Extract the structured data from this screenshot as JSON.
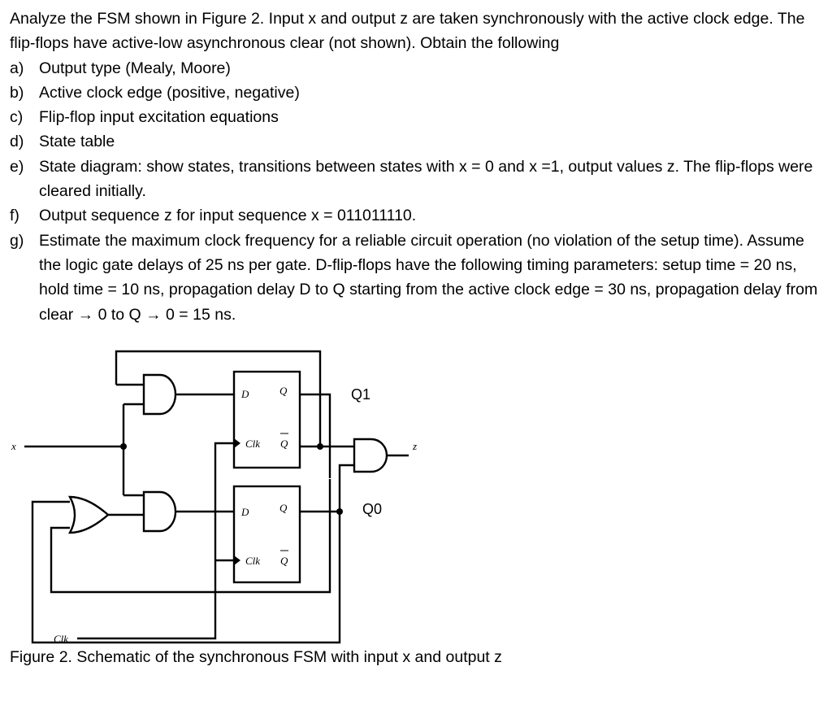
{
  "problem": {
    "intro": "Analyze the FSM shown in Figure 2. Input x and output z are taken synchronously with the active clock edge. The flip-flops have active-low asynchronous clear (not shown). Obtain the following",
    "items": [
      {
        "label": "a)",
        "text": "Output type (Mealy, Moore)"
      },
      {
        "label": "b)",
        "text": "Active clock edge (positive, negative)"
      },
      {
        "label": "c)",
        "text": "Flip-flop input excitation equations"
      },
      {
        "label": "d)",
        "text": "State table"
      },
      {
        "label": "e)",
        "text": "State diagram: show states, transitions between states with x = 0 and x =1, output values z. The flip-flops were cleared initially."
      },
      {
        "label": "f)",
        "text": "Output sequence z for input sequence x = 011011110."
      },
      {
        "label": "g)",
        "text": "Estimate the maximum clock frequency for a reliable circuit operation (no violation of the setup time). Assume the logic gate delays of 25 ns per gate.  D-flip-flops have the following timing parameters: setup time = 20 ns, hold time = 10 ns, propagation delay D to Q starting from the active clock edge =  30 ns, propagation delay from clear → 0 to Q → 0 =  15 ns."
      }
    ]
  },
  "schematic": {
    "input_label": "x",
    "output_label": "z",
    "clock_label": "Clk",
    "q1_label": "Q1",
    "q0_label": "Q0",
    "ff_top": {
      "d": "D",
      "q": "Q",
      "clk": "Clk",
      "qbar": "Q"
    },
    "ff_bottom": {
      "d": "D",
      "q": "Q",
      "clk": "Clk",
      "qbar": "Q"
    }
  },
  "caption": "Figure 2. Schematic of the synchronous FSM with input x and output z"
}
